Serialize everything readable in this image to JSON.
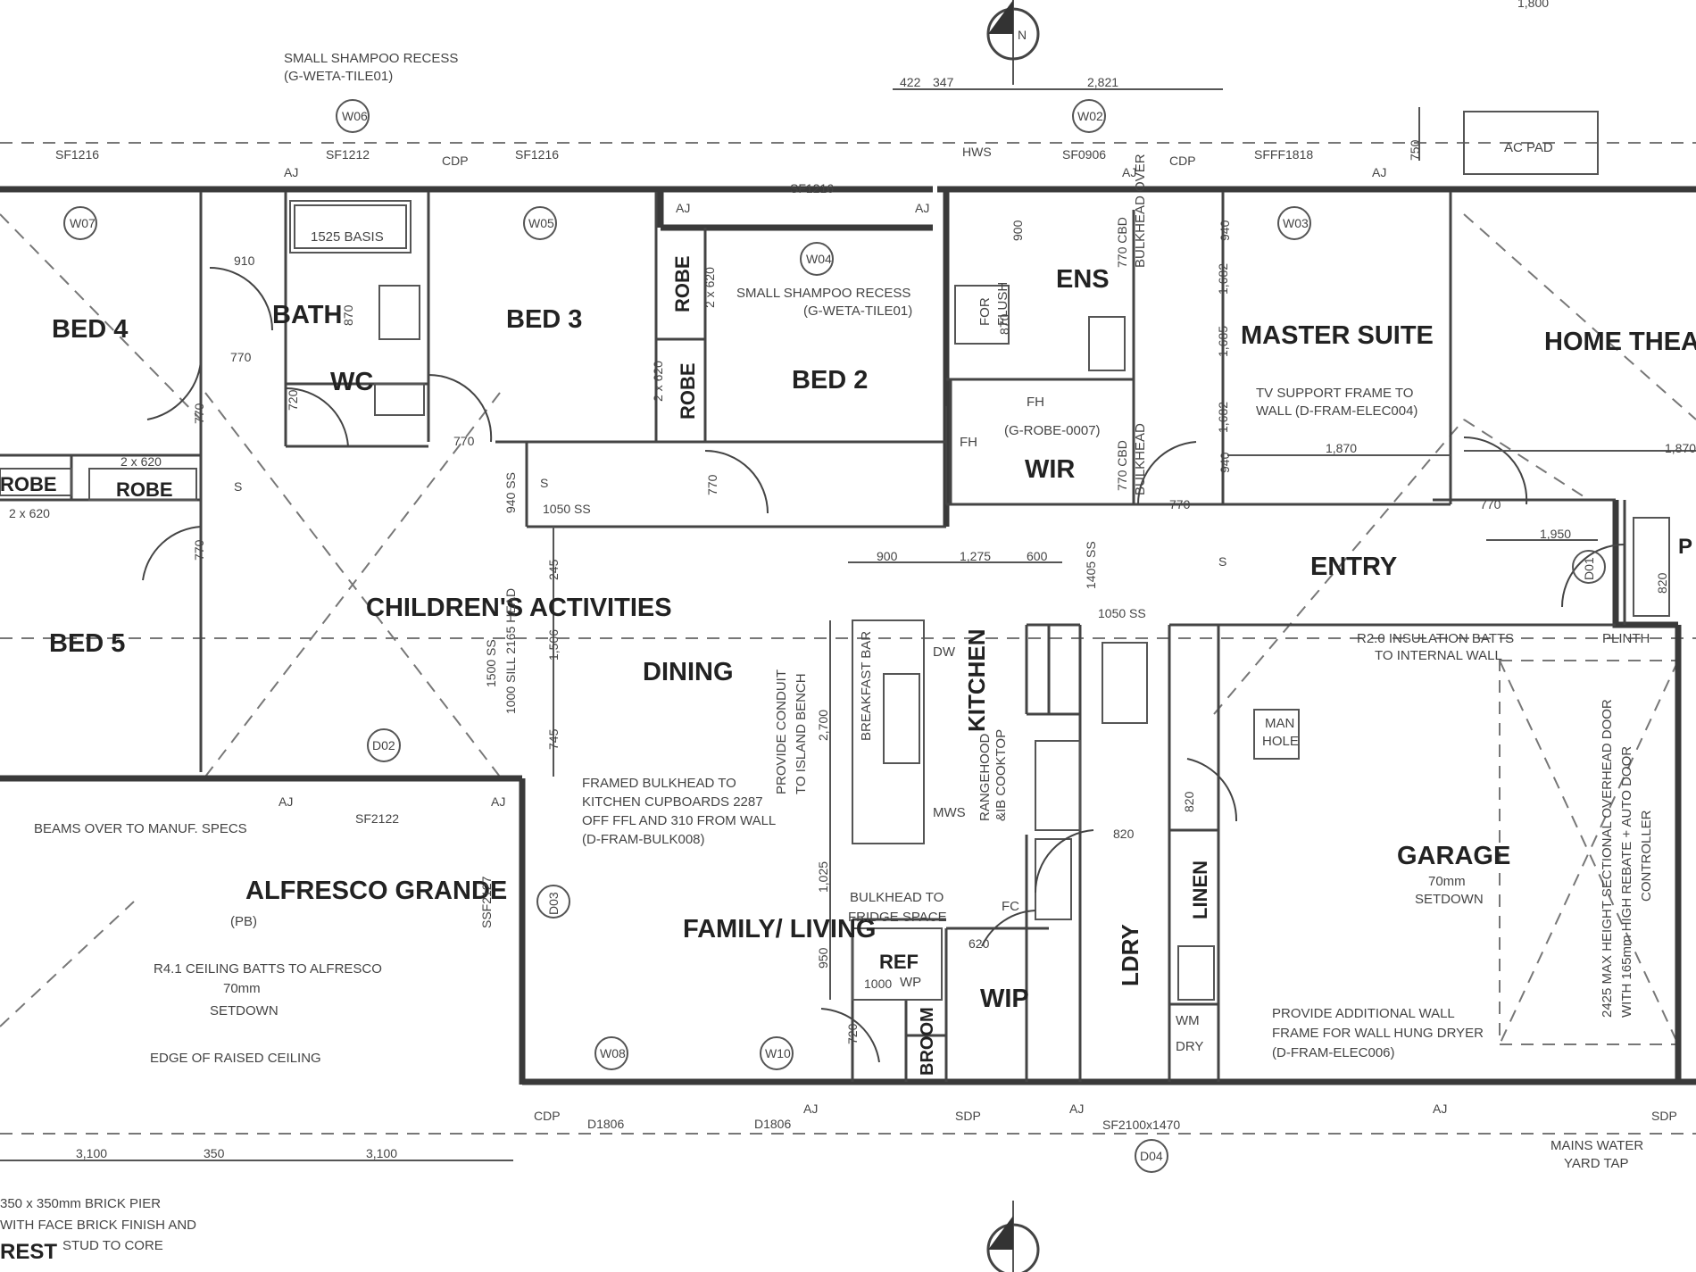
{
  "rooms": {
    "bed4": "BED 4",
    "bath": "BATH",
    "wc": "WC",
    "bed3": "BED 3",
    "bed2": "BED 2",
    "ens": "ENS",
    "master": "MASTER SUITE",
    "home_theatre": "HOME THEATRE",
    "wir": "WIR",
    "children": "CHILDREN'S ACTIVITIES",
    "bed5": "BED 5",
    "dining": "DINING",
    "kitchen": "KITCHEN",
    "entry": "ENTRY",
    "alfresco": "ALFRESCO GRANDE",
    "family": "FAMILY/ LIVING",
    "garage": "GARAGE",
    "ldry": "LDRY",
    "wip": "WIP",
    "linen": "LINEN",
    "broom": "BROOM",
    "ref": "REF",
    "robe": "ROBE"
  },
  "notes": {
    "shampoo_top_1": "SMALL SHAMPOO RECESS",
    "shampoo_top_2": "(G-WETA-TILE01)",
    "shampoo_mid_1": "SMALL SHAMPOO RECESS",
    "shampoo_mid_2": "(G-WETA-TILE01)",
    "tv_frame_1": "TV SUPPORT FRAME TO",
    "tv_frame_2": "WALL (D-FRAM-ELEC004)",
    "g_robe": "(G-ROBE-0007)",
    "bulkhead_1": "FRAMED BULKHEAD TO",
    "bulkhead_2": "KITCHEN CUPBOARDS 2287",
    "bulkhead_3": "OFF FFL AND 310 FROM WALL",
    "bulkhead_4": "(D-FRAM-BULK008)",
    "conduit_1": "PROVIDE CONDUIT",
    "conduit_2": "TO ISLAND BENCH",
    "beams": "BEAMS OVER TO MANUF. SPECS",
    "pb": "(PB)",
    "ceiling_batts": "R4.1 CEILING BATTS TO ALFRESCO",
    "setdown_alf_1": "70mm",
    "setdown_alf_2": "SETDOWN",
    "raised_ceiling": "EDGE OF RAISED CEILING",
    "fridge_1": "BULKHEAD TO",
    "fridge_2": "FRIDGE SPACE",
    "garage_setdown_1": "70mm",
    "garage_setdown_2": "SETDOWN",
    "insulation_1": "R2.0 INSULATION BATTS",
    "insulation_2": "TO INTERNAL WALL",
    "dryer_1": "PROVIDE ADDITIONAL WALL",
    "dryer_2": "FRAME FOR WALL HUNG DRYER",
    "dryer_3": "(D-FRAM-ELEC006)",
    "garage_door_1": "2425 MAX HEIGHT SECTIONAL OVERHEAD DOOR",
    "garage_door_2": "WITH 165mm HIGH REBATE + AUTO DOOR",
    "garage_door_3": "CONTROLLER",
    "mains_1": "MAINS WATER",
    "mains_2": "YARD TAP",
    "pier_1": "350 x 350mm BRICK PIER",
    "pier_2": "WITH FACE BRICK FINISH AND",
    "pier_3": "STUD TO CORE",
    "basis": "1525 BASIS",
    "main_hole_1": "MAN",
    "main_hole_2": "HOLE",
    "ac_pad": "AC PAD",
    "plinth": "PLINTH",
    "rest": "REST",
    "fh_1": "FH",
    "fh_2": "FH",
    "wm": "WM",
    "dry": "DRY",
    "dw": "DW",
    "mws": "MWS",
    "fc": "FC",
    "wp": "WP",
    "rangehood_1": "RANGEHOOD",
    "rangehood_2": "&IB COOKTOP",
    "breakfast_bar": "BREAKFAST BAR",
    "flush_1": "FOR",
    "flush_2": "FLUSH"
  },
  "dims": {
    "d422": "422",
    "d347": "347",
    "d2821": "2,821",
    "d900": "900",
    "d1275": "1,275",
    "d600": "600",
    "d3100a": "3,100",
    "d350": "350",
    "d3100b": "3,100",
    "d1870a": "1,870",
    "d1870b": "1,870",
    "d1950": "1,950",
    "d1800": "1,800",
    "d770a": "770",
    "d770b": "770",
    "d770c": "770",
    "d770d": "770",
    "d770e": "770",
    "d770f": "770",
    "d770g": "770",
    "d770h": "770",
    "d720a": "720",
    "d720b": "720",
    "d820a": "820",
    "d820b": "820",
    "d820c": "820",
    "d620": "620",
    "d910": "910",
    "d900w": "900",
    "d1000": "1000",
    "d1050ss_a": "1050 SS",
    "d1050ss_b": "1050 SS",
    "d2x620_a": "2 x 620",
    "d2x620_b": "2 x 620",
    "d2x620_c": "2 x 620",
    "d2x620_d": "2 x 620",
    "d2700": "2,700",
    "d1025": "1,025",
    "d950": "950",
    "d245": "245",
    "d1506": "1,506",
    "d745": "745",
    "d1500ss": "1500 SS",
    "head": "1000 SILL 2165 HEAD",
    "d940ss": "940 SS",
    "d1405ss": "1405 SS",
    "d750": "750",
    "d1682": "1,682",
    "d1685": "1,685",
    "d1682b": "1,682",
    "d940": "940",
    "d940b": "940",
    "d770cbd": "770 CBD",
    "d770cbd2": "770 CBD",
    "d870": "870",
    "d870b": "870",
    "bulk_over": "BULKHEAD OVER",
    "bulk_head": "BULKHEAD"
  },
  "tags": {
    "w07": "W07",
    "w06": "W06",
    "w05": "W05",
    "w04": "W04",
    "w02": "W02",
    "w03": "W03",
    "w08": "W08",
    "w10": "W10",
    "d02": "D02",
    "d03": "D03",
    "d04": "D04",
    "d01": "D01",
    "sf1216a": "SF1216",
    "sf1212": "SF1212",
    "sf1216b": "SF1216",
    "sf1216c": "SF1216",
    "sf0906": "SF0906",
    "sff1818": "SFFF1818",
    "sf2122": "SF2122",
    "ssf2127": "SSF2127",
    "sf2100": "SF2100x1470",
    "d1806a": "D1806",
    "d1806b": "D1806",
    "cdp1": "CDP",
    "cdp2": "CDP",
    "cdp3": "CDP",
    "sdp1": "SDP",
    "sdp2": "SDP",
    "hws": "HWS",
    "aj1": "AJ",
    "aj2": "AJ",
    "aj3": "AJ",
    "aj4": "AJ",
    "aj5": "AJ",
    "aj6": "AJ",
    "aj7": "AJ",
    "aj8": "AJ",
    "aj9": "AJ",
    "aj10": "AJ",
    "north": "N",
    "s1": "S",
    "s2": "S",
    "s3": "S",
    "p": "P"
  },
  "colors": {
    "wall": "#3a3a3a",
    "ink": "#333333",
    "paper": "#ffffff"
  }
}
